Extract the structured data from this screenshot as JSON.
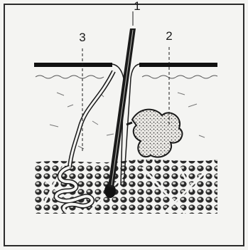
{
  "diagram": {
    "callouts": [
      {
        "id": "3",
        "label": "3"
      },
      {
        "id": "2",
        "label": "2"
      },
      {
        "id": "1",
        "label": "1"
      }
    ],
    "colors": {
      "ink": "#1a1a1a",
      "paper": "#f4f4f2",
      "frame": "#2b2b2b"
    }
  }
}
